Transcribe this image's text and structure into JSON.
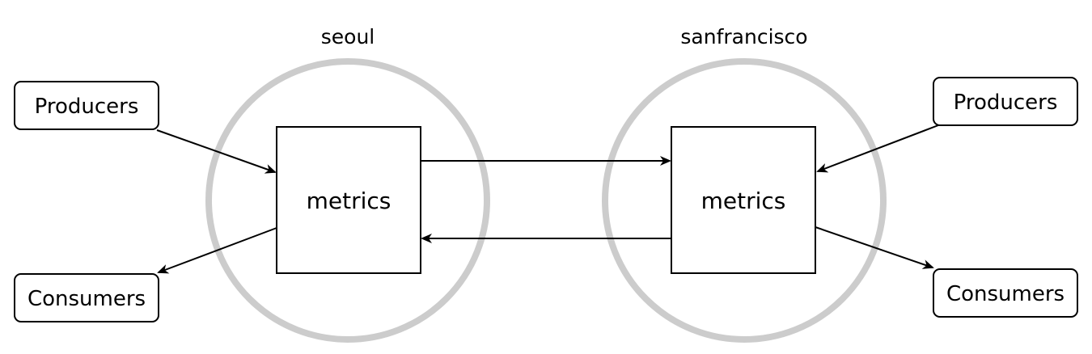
{
  "colors": {
    "region_ring": "#cccccc",
    "stroke": "#000000",
    "background": "#ffffff"
  },
  "regions": [
    {
      "name": "seoul",
      "cluster": "metrics",
      "producers": "Producers",
      "consumers": "Consumers"
    },
    {
      "name": "sanfrancisco",
      "cluster": "metrics",
      "producers": "Producers",
      "consumers": "Consumers"
    }
  ]
}
